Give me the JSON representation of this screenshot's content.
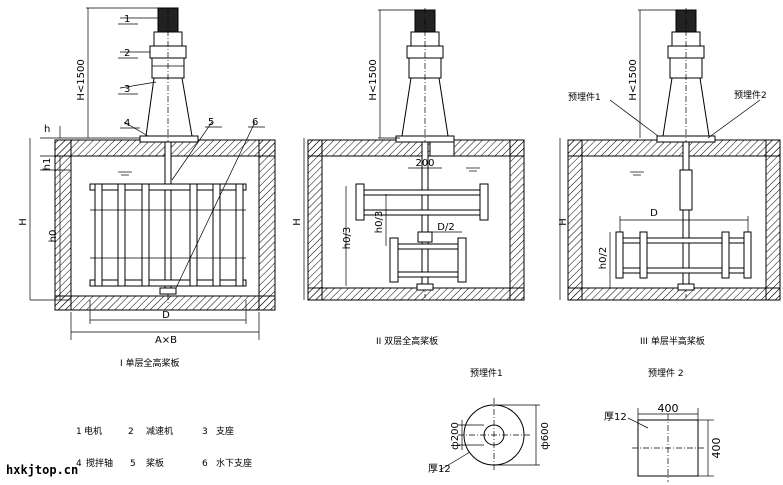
{
  "diagram1": {
    "caption": "I 单层全高桨板",
    "callouts": [
      "1",
      "2",
      "3",
      "4",
      "5",
      "6"
    ],
    "dims": {
      "H1500": "H<1500",
      "h": "h",
      "h1": "h1",
      "H": "H",
      "h0": "h0",
      "D": "D",
      "AxB": "A×B"
    }
  },
  "diagram2": {
    "caption": "II 双层全高桨板",
    "dims": {
      "H1500": "H<1500",
      "d200": "200",
      "H": "H",
      "h03a": "h0/3",
      "h03b": "h0/3",
      "D2": "D/2"
    }
  },
  "diagram3": {
    "caption": "III 单层半高桨板",
    "dims": {
      "H1500": "H<1500",
      "H": "H",
      "h02": "h0/2",
      "D": "D"
    },
    "embed1_label": "预埋件1",
    "embed2_label": "预埋件2"
  },
  "legend": {
    "items": [
      {
        "num": "1",
        "text": "电机"
      },
      {
        "num": "2",
        "text": "减速机"
      },
      {
        "num": "3",
        "text": "支座"
      },
      {
        "num": "4",
        "text": "搅拌轴"
      },
      {
        "num": "5",
        "text": "桨板"
      },
      {
        "num": "6",
        "text": "水下支座"
      }
    ]
  },
  "detail1": {
    "title": "预埋件1",
    "d200": "ф200",
    "d600": "ф600",
    "thick": "厚12"
  },
  "detail2": {
    "title": "预埋件 2",
    "w400": "400",
    "h400": "400",
    "thick": "厚12"
  },
  "watermark": "hxkjtop.cn"
}
